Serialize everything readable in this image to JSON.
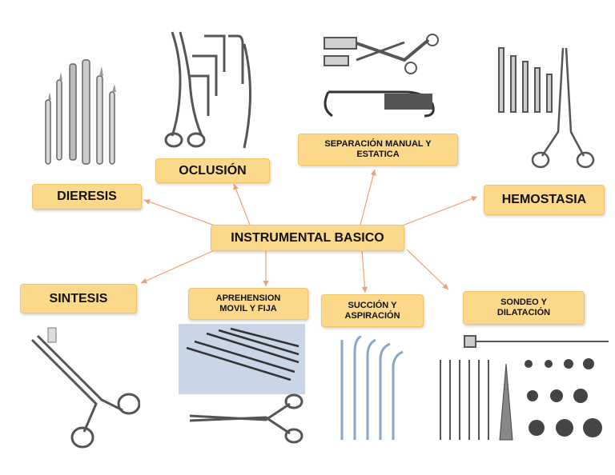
{
  "center": {
    "label": "INSTRUMENTAL BASICO"
  },
  "categories": [
    {
      "key": "dieresis",
      "label": "DIERESIS"
    },
    {
      "key": "oclusion",
      "label": "OCLUSIÓN"
    },
    {
      "key": "separacion",
      "label": "SEPARACIÓN MANUAL Y ESTATICA"
    },
    {
      "key": "hemostasia",
      "label": "HEMOSTASIA"
    },
    {
      "key": "sintesis",
      "label": "SINTESIS"
    },
    {
      "key": "aprehension",
      "label": "APREHENSION MOVIL Y FIJA"
    },
    {
      "key": "succion",
      "label": "SUCCIÓN Y ASPIRACIÓN"
    },
    {
      "key": "sondeo",
      "label": "SONDEO Y DILATACIÓN"
    }
  ],
  "style": {
    "box_fill": "#fcd98a",
    "arrow_color": "#f0a070"
  }
}
